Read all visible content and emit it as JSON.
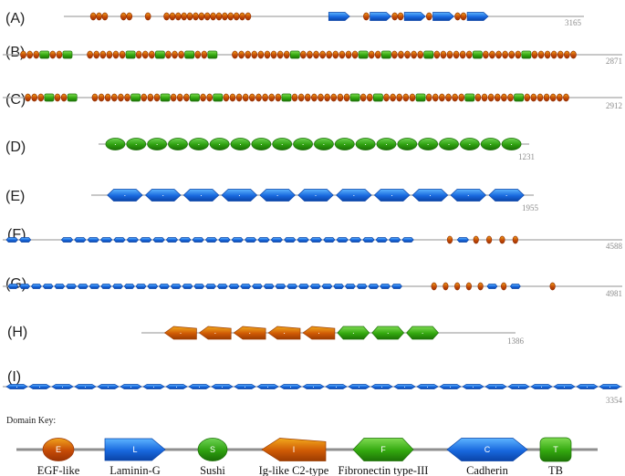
{
  "colors": {
    "backbone": "#a6a6a6",
    "E": [
      "#f0a21c",
      "#c64b06",
      "#9a3304"
    ],
    "L": [
      "#5db4ff",
      "#1868de",
      "#0a44a8"
    ],
    "S": [
      "#6fd454",
      "#2ea00f",
      "#1a6e06"
    ],
    "I": [
      "#f2a91c",
      "#cf5a05",
      "#9c3c02"
    ],
    "F": [
      "#7fdb52",
      "#33a80f",
      "#1d7307"
    ],
    "C": [
      "#5db4ff",
      "#1868de",
      "#0a44a8"
    ],
    "T": [
      "#7fdb52",
      "#33a80f",
      "#1d7307"
    ]
  },
  "proteins": [
    {
      "label": "(A)",
      "length": "3165",
      "segments": [
        {
          "type": "E",
          "count": 3
        },
        {
          "type": "gap"
        },
        {
          "type": "E",
          "count": 2
        },
        {
          "type": "gap"
        },
        {
          "type": "E",
          "count": 1
        },
        {
          "type": "gap"
        },
        {
          "type": "E",
          "count": 15
        },
        {
          "type": "gap"
        },
        {
          "type": "gap"
        },
        {
          "type": "gap"
        },
        {
          "type": "gap"
        },
        {
          "type": "gap"
        },
        {
          "type": "gap"
        },
        {
          "type": "L",
          "count": 1
        },
        {
          "type": "gap"
        },
        {
          "type": "E",
          "count": 1
        },
        {
          "type": "L",
          "count": 1
        },
        {
          "type": "E",
          "count": 2
        },
        {
          "type": "L",
          "count": 1
        },
        {
          "type": "E",
          "count": 1
        },
        {
          "type": "L",
          "count": 1
        },
        {
          "type": "E",
          "count": 2
        },
        {
          "type": "L",
          "count": 1
        }
      ]
    },
    {
      "label": "(B)",
      "length": "2871",
      "segments": [
        {
          "type": "E",
          "count": 3
        },
        {
          "type": "T",
          "count": 1
        },
        {
          "type": "E",
          "count": 2
        },
        {
          "type": "T",
          "count": 1
        },
        {
          "type": "gap"
        },
        {
          "type": "E",
          "count": 6
        },
        {
          "type": "T",
          "count": 1
        },
        {
          "type": "E",
          "count": 3
        },
        {
          "type": "T",
          "count": 1
        },
        {
          "type": "E",
          "count": 3
        },
        {
          "type": "T",
          "count": 1
        },
        {
          "type": "E",
          "count": 2
        },
        {
          "type": "T",
          "count": 1
        },
        {
          "type": "gap"
        },
        {
          "type": "E",
          "count": 9
        },
        {
          "type": "T",
          "count": 1
        },
        {
          "type": "E",
          "count": 9
        },
        {
          "type": "T",
          "count": 1
        },
        {
          "type": "E",
          "count": 2
        },
        {
          "type": "T",
          "count": 1
        },
        {
          "type": "E",
          "count": 5
        },
        {
          "type": "T",
          "count": 1
        },
        {
          "type": "E",
          "count": 6
        },
        {
          "type": "T",
          "count": 1
        },
        {
          "type": "E",
          "count": 6
        },
        {
          "type": "T",
          "count": 1
        },
        {
          "type": "E",
          "count": 7
        }
      ]
    },
    {
      "label": "(C)",
      "length": "2912",
      "segments": [
        {
          "type": "E",
          "count": 3
        },
        {
          "type": "T",
          "count": 1
        },
        {
          "type": "E",
          "count": 2
        },
        {
          "type": "T",
          "count": 1
        },
        {
          "type": "gap"
        },
        {
          "type": "E",
          "count": 6
        },
        {
          "type": "T",
          "count": 1
        },
        {
          "type": "E",
          "count": 3
        },
        {
          "type": "T",
          "count": 1
        },
        {
          "type": "E",
          "count": 3
        },
        {
          "type": "T",
          "count": 1
        },
        {
          "type": "E",
          "count": 2
        },
        {
          "type": "T",
          "count": 1
        },
        {
          "type": "E",
          "count": 9
        },
        {
          "type": "T",
          "count": 1
        },
        {
          "type": "E",
          "count": 9
        },
        {
          "type": "T",
          "count": 1
        },
        {
          "type": "E",
          "count": 2
        },
        {
          "type": "T",
          "count": 1
        },
        {
          "type": "E",
          "count": 5
        },
        {
          "type": "T",
          "count": 1
        },
        {
          "type": "E",
          "count": 6
        },
        {
          "type": "T",
          "count": 1
        },
        {
          "type": "E",
          "count": 6
        },
        {
          "type": "T",
          "count": 1
        },
        {
          "type": "E",
          "count": 7
        }
      ]
    },
    {
      "label": "(D)",
      "length": "1231",
      "segments": [
        {
          "type": "S",
          "count": 20
        }
      ]
    },
    {
      "label": "(E)",
      "length": "1955",
      "segments": [
        {
          "type": "C",
          "count": 11
        }
      ]
    },
    {
      "label": "(F)",
      "length": "4588",
      "segments": [
        {
          "type": "C",
          "count": 2
        },
        {
          "type": "gap"
        },
        {
          "type": "C",
          "count": 27
        },
        {
          "type": "gap"
        },
        {
          "type": "E",
          "count": 1
        },
        {
          "type": "C",
          "count": 1
        },
        {
          "type": "E",
          "count": 4
        }
      ]
    },
    {
      "label": "(G)",
      "length": "4981",
      "segments": [
        {
          "type": "C",
          "count": 34
        },
        {
          "type": "gap"
        },
        {
          "type": "E",
          "count": 5
        },
        {
          "type": "C",
          "count": 1
        },
        {
          "type": "E",
          "count": 1
        },
        {
          "type": "C",
          "count": 1
        },
        {
          "type": "gap"
        },
        {
          "type": "E",
          "count": 1
        }
      ]
    },
    {
      "label": "(H)",
      "length": "1386",
      "segments": [
        {
          "type": "I",
          "count": 5
        },
        {
          "type": "F",
          "count": 3
        }
      ]
    },
    {
      "label": "(I)",
      "length": "3354",
      "segments": [
        {
          "type": "C",
          "count": 27
        }
      ]
    }
  ],
  "key": {
    "title": "Domain Key:",
    "items": [
      {
        "type": "E",
        "letter": "E",
        "label": "EGF-like"
      },
      {
        "type": "L",
        "letter": "L",
        "label": "Laminin-G"
      },
      {
        "type": "S",
        "letter": "S",
        "label": "Sushi"
      },
      {
        "type": "I",
        "letter": "I",
        "label": "Ig-like C2-type"
      },
      {
        "type": "F",
        "letter": "F",
        "label": "Fibronectin type-III"
      },
      {
        "type": "C",
        "letter": "C",
        "label": "Cadherin"
      },
      {
        "type": "T",
        "letter": "T",
        "label": "TB"
      }
    ]
  }
}
